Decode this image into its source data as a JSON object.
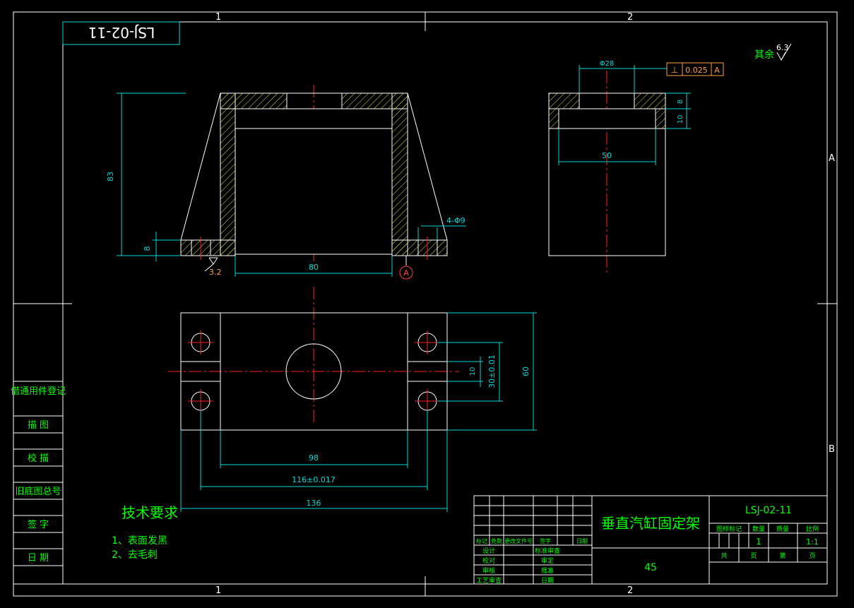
{
  "frame": {
    "zone_top_left": "1",
    "zone_top_right": "2",
    "zone_bottom_left": "1",
    "zone_bottom_right": "2",
    "zone_right_a": "A",
    "zone_right_b": "B"
  },
  "mirrored_code": "LSJ-02-11",
  "surface_finish": {
    "label": "其余",
    "value": "6.3"
  },
  "front_view": {
    "dim_height": "83",
    "dim_flange": "8",
    "dim_bore": "80",
    "dim_holes": "4-Φ9",
    "roughness": "3.2",
    "datum": "A"
  },
  "side_view": {
    "dim_dia": "Φ28",
    "tolerance_symbol": "⊥",
    "tolerance_value": "0.025",
    "tolerance_datum": "A",
    "dim_top": "8",
    "dim_step": "10",
    "dim_width": "50"
  },
  "top_view": {
    "dim_60": "60",
    "dim_30": "30±0.01",
    "dim_10": "10",
    "dim_98": "98",
    "dim_116": "116±0.017",
    "dim_136": "136"
  },
  "tech_req": {
    "title": "技术要求",
    "items": [
      "1、表面发黑",
      "2、去毛刺"
    ]
  },
  "left_column": [
    "借通用件登记",
    "描 图",
    "校 描",
    "旧底图总号",
    "签 字",
    "日 期"
  ],
  "title_block": {
    "part_name": "垂直汽缸固定架",
    "drawing_no": "LSJ-02-11",
    "material": "45",
    "quantity": "1",
    "scale": "1:1",
    "headers": [
      "图样标记",
      "数量",
      "质量",
      "比例"
    ],
    "row_labels": [
      "标记",
      "处数",
      "更改文件号",
      "签字",
      "日期"
    ],
    "sign_rows": [
      "设计",
      "校对",
      "审核",
      "工艺审查"
    ],
    "sign_right": [
      "标准审查",
      "审定",
      "批准",
      "日期"
    ],
    "sheet": [
      "共",
      "页",
      "第",
      "页"
    ]
  }
}
